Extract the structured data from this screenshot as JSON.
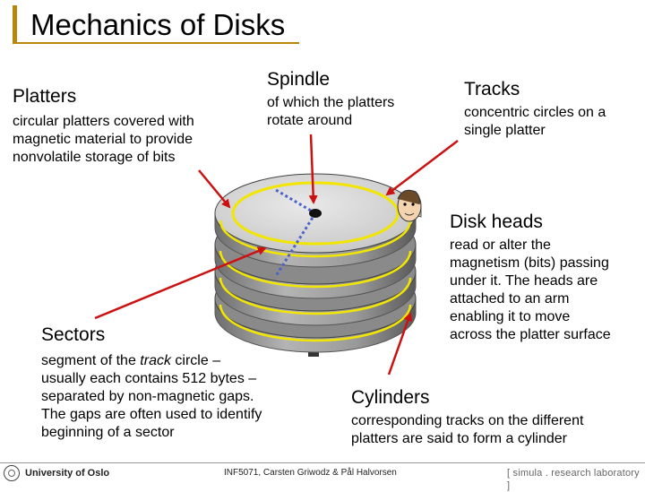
{
  "title": "Mechanics of Disks",
  "platters": {
    "heading": "Platters",
    "lines": [
      "circular platters covered with",
      "magnetic material to provide",
      "nonvolatile storage of bits"
    ]
  },
  "spindle": {
    "heading": "Spindle",
    "lines": [
      "of which the platters",
      "rotate around"
    ]
  },
  "tracks": {
    "heading": "Tracks",
    "lines": [
      "concentric circles on a",
      "single platter"
    ]
  },
  "disk_heads": {
    "heading": "Disk heads",
    "lines": [
      "read or alter the",
      "magnetism (bits) passing",
      "under it. The heads are",
      "attached to an arm",
      "enabling it to move",
      "across the platter surface"
    ]
  },
  "sectors": {
    "heading": "Sectors",
    "line1_prefix": "segment of the ",
    "line1_italic": "track",
    "line1_suffix": " circle –",
    "lines": [
      "usually each contains 512 bytes –",
      "separated by non-magnetic gaps.",
      "The gaps are often used to identify",
      "beginning of a sector"
    ]
  },
  "cylinders": {
    "heading": "Cylinders",
    "lines": [
      "corresponding tracks on the different",
      "platters are said to form a cylinder"
    ]
  },
  "footer": {
    "university": "University of Oslo",
    "course": "INF5071, Carsten Griwodz & Pål Halvorsen",
    "lab": "[ simula . research laboratory ]"
  },
  "colors": {
    "accent": "#b8860b",
    "arrow": "#cc1111",
    "track": "#f2e600",
    "sector_line": "#4c63c9"
  }
}
